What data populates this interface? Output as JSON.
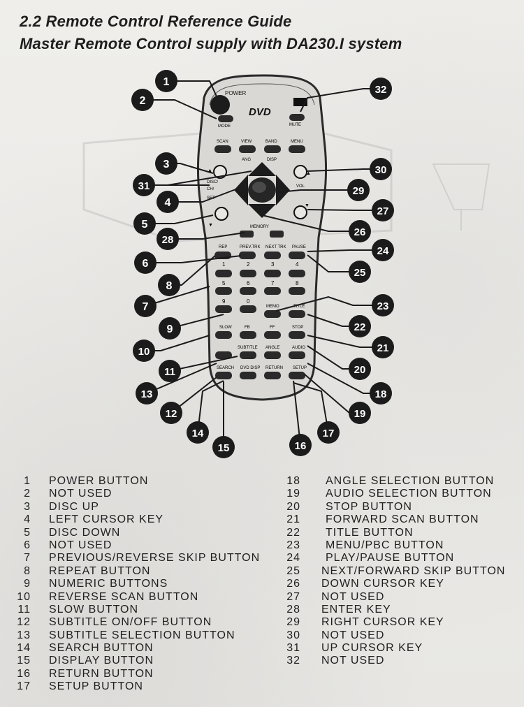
{
  "header": {
    "title": "2.2 Remote Control Reference Guide",
    "subtitle": "Master Remote Control supply with DA230.I system"
  },
  "remote": {
    "logo": "DVD",
    "labels": {
      "power": "POWER",
      "mode": "MODE",
      "mute": "MUTE",
      "scan": "SCAN",
      "view": "VIEW",
      "band": "BAND",
      "menu": "MENU",
      "ang": "ANG",
      "disp": "DISP",
      "disc": "DISC/",
      "ch": "CH/",
      "set": "SET",
      "vol": "VOL",
      "memory": "MEMORY",
      "rep": "REP",
      "prev_trk": "PREV.TRK",
      "next_trk": "NEXT TRK",
      "pause": "PAUSE",
      "memo": "MEMO",
      "title": "TITLE",
      "slow": "SLOW",
      "fb": "FB",
      "ff": "FF",
      "stop": "STOP",
      "subtitle": "SUBTITLE",
      "angle": "ANGLE",
      "audio": "AUDIO",
      "search": "SEARCH",
      "dvd_disp": "DVD DISP",
      "return": "RETURN",
      "setup": "SETUP",
      "keypad": [
        "1",
        "2",
        "3",
        "4",
        "5",
        "6",
        "7",
        "8",
        "9",
        "0"
      ]
    }
  },
  "callouts": [
    "1",
    "2",
    "3",
    "4",
    "5",
    "6",
    "7",
    "8",
    "9",
    "10",
    "11",
    "12",
    "13",
    "14",
    "15",
    "16",
    "17",
    "18",
    "19",
    "20",
    "21",
    "22",
    "23",
    "24",
    "25",
    "26",
    "27",
    "28",
    "29",
    "30",
    "31",
    "32"
  ],
  "legend_left": [
    {
      "num": "1",
      "label": "POWER BUTTON"
    },
    {
      "num": "2",
      "label": "NOT USED"
    },
    {
      "num": "3",
      "label": "DISC UP"
    },
    {
      "num": "4",
      "label": "LEFT CURSOR KEY"
    },
    {
      "num": "5",
      "label": "DISC DOWN"
    },
    {
      "num": "6",
      "label": "NOT USED"
    },
    {
      "num": "7",
      "label": "PREVIOUS/REVERSE SKIP BUTTON"
    },
    {
      "num": "8",
      "label": "REPEAT BUTTON"
    },
    {
      "num": "9",
      "label": "NUMERIC BUTTONS"
    },
    {
      "num": "10",
      "label": "REVERSE SCAN BUTTON"
    },
    {
      "num": "11",
      "label": "SLOW BUTTON"
    },
    {
      "num": "12",
      "label": "SUBTITLE ON/OFF BUTTON"
    },
    {
      "num": "13",
      "label": "SUBTITLE SELECTION BUTTON"
    },
    {
      "num": "14",
      "label": "SEARCH BUTTON"
    },
    {
      "num": "15",
      "label": "DISPLAY BUTTON"
    },
    {
      "num": "16",
      "label": "RETURN BUTTON"
    },
    {
      "num": "17",
      "label": "SETUP BUTTON"
    }
  ],
  "legend_right": [
    {
      "num": "18",
      "label": "ANGLE SELECTION BUTTON"
    },
    {
      "num": "19",
      "label": "AUDIO SELECTION BUTTON"
    },
    {
      "num": "20",
      "label": "STOP BUTTON"
    },
    {
      "num": "21",
      "label": "FORWARD SCAN BUTTON"
    },
    {
      "num": "22",
      "label": "TITLE BUTTON"
    },
    {
      "num": "23",
      "label": "MENU/PBC BUTTON"
    },
    {
      "num": "24",
      "label": "PLAY/PAUSE BUTTON"
    },
    {
      "num": "25",
      "label": "NEXT/FORWARD SKIP BUTTON"
    },
    {
      "num": "26",
      "label": "DOWN CURSOR KEY"
    },
    {
      "num": "27",
      "label": "NOT USED"
    },
    {
      "num": "28",
      "label": "ENTER KEY"
    },
    {
      "num": "29",
      "label": "RIGHT CURSOR KEY"
    },
    {
      "num": "30",
      "label": "NOT USED"
    },
    {
      "num": "31",
      "label": "UP CURSOR KEY"
    },
    {
      "num": "32",
      "label": "NOT USED"
    }
  ]
}
